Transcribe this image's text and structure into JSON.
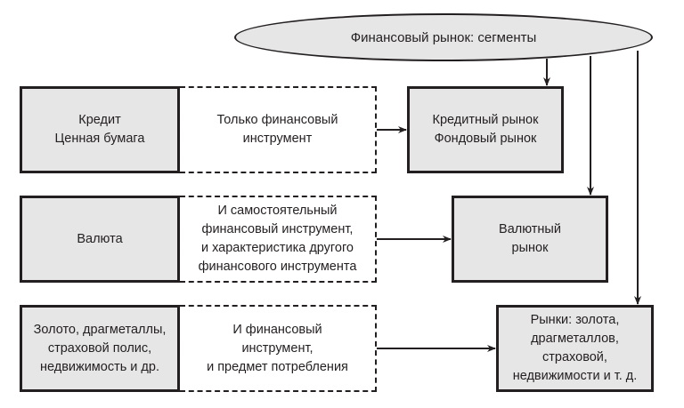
{
  "title": "Финансовый рынок: сегменты",
  "rows": [
    {
      "object": "Кредит\nЦенная бумага",
      "role": "Только финансовый\nинструмент",
      "market": "Кредитный рынок\nФондовый рынок"
    },
    {
      "object": "Валюта",
      "role": "И самостоятельный\nфинансовый инструмент,\nи характеристика другого\nфинансового инструмента",
      "market": "Валютный\nрынок"
    },
    {
      "object": "Золото, драгметаллы,\nстраховой полис,\nнедвижимость и др.",
      "role": "И финансовый\nинструмент,\nи предмет потребления",
      "market": "Рынки: золота,\nдрагметаллов,\nстраховой,\nнедвижимости и т. д."
    }
  ],
  "colors": {
    "fill": "#e6e6e6",
    "stroke": "#231f20",
    "background": "#ffffff"
  }
}
